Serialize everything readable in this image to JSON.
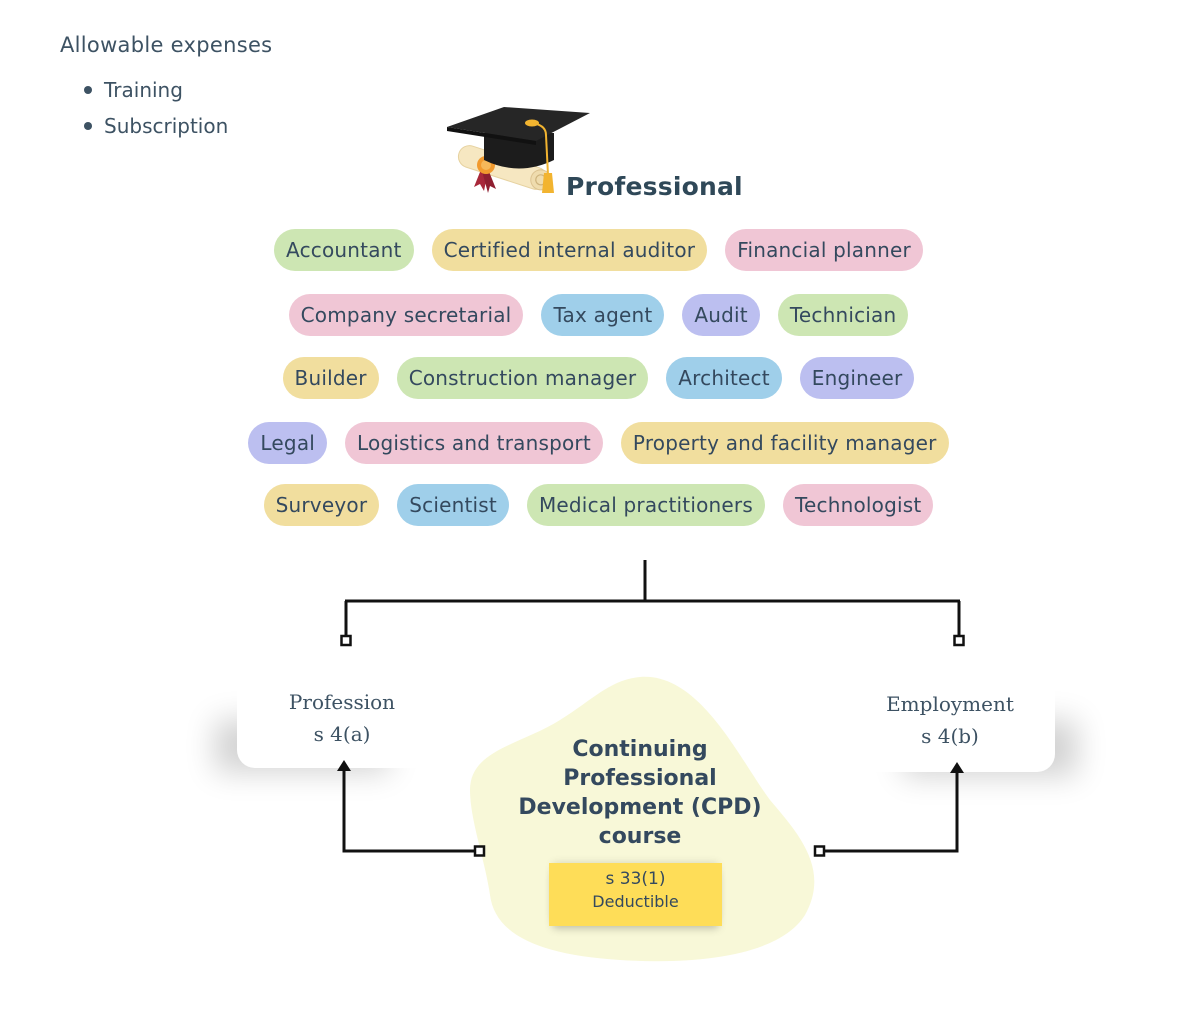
{
  "allowable_expenses": {
    "title": "Allowable expenses",
    "items": [
      "Training",
      "Subscription"
    ]
  },
  "professional": {
    "title": "Professional",
    "icon": "graduation-cap-diploma-icon"
  },
  "tag_rows": [
    [
      {
        "label": "Accountant",
        "color": "green"
      },
      {
        "label": "Certified internal auditor",
        "color": "yellow"
      },
      {
        "label": "Financial planner",
        "color": "pink"
      }
    ],
    [
      {
        "label": "Company secretarial",
        "color": "pink"
      },
      {
        "label": "Tax agent",
        "color": "blue"
      },
      {
        "label": "Audit",
        "color": "purple"
      },
      {
        "label": "Technician",
        "color": "green"
      }
    ],
    [
      {
        "label": "Builder",
        "color": "yellow"
      },
      {
        "label": "Construction manager",
        "color": "green"
      },
      {
        "label": "Architect",
        "color": "blue"
      },
      {
        "label": "Engineer",
        "color": "purple"
      }
    ],
    [
      {
        "label": "Legal",
        "color": "purple"
      },
      {
        "label": "Logistics and transport",
        "color": "pink"
      },
      {
        "label": "Property and facility manager",
        "color": "yellow"
      }
    ],
    [
      {
        "label": "Surveyor",
        "color": "yellow"
      },
      {
        "label": "Scientist",
        "color": "blue"
      },
      {
        "label": "Medical practitioners",
        "color": "green"
      },
      {
        "label": "Technologist",
        "color": "pink"
      }
    ]
  ],
  "colors": {
    "green": "#cde6b3",
    "yellow": "#f1de9e",
    "pink": "#f0c6d5",
    "blue": "#9fcfea",
    "purple": "#bcbff0",
    "blob": "#f8f8d8",
    "deductible_box": "#fedd58",
    "text": "#34495e"
  },
  "profession": {
    "line1": "Profession",
    "line2": "s 4(a)"
  },
  "employment": {
    "line1": "Employment",
    "line2": "s 4(b)"
  },
  "cpd": {
    "lines": [
      "Continuing",
      "Professional",
      "Development (CPD)",
      "course"
    ],
    "section": "s 33(1)",
    "status": "Deductible"
  }
}
